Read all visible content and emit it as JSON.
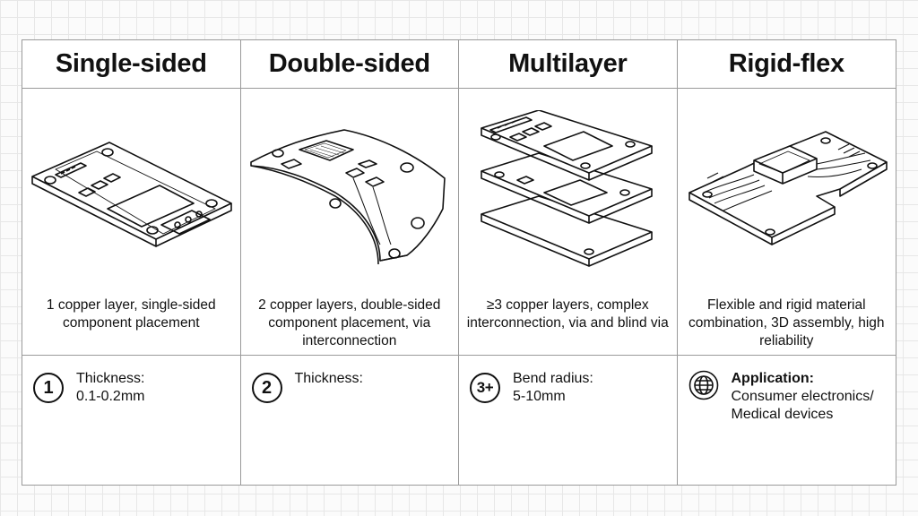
{
  "columns": [
    {
      "title": "Single-sided",
      "description": "1 copper layer, single-sided component placement",
      "badge": "1",
      "spec_label": "Thickness:",
      "spec_value": "0.1-0.2mm"
    },
    {
      "title": "Double-sided",
      "description": "2 copper layers, double-sided component placement, via interconnection",
      "badge": "2",
      "spec_label": "Thickness:",
      "spec_value": ""
    },
    {
      "title": "Multilayer",
      "description": "≥3 copper layers, complex interconnection, via and blind via",
      "badge": "3+",
      "spec_label": "Bend radius:",
      "spec_value": "5-10mm"
    },
    {
      "title": "Rigid-flex",
      "description": "Flexible and rigid material combination, 3D assembly, high reliability",
      "badge_icon": "globe-icon",
      "spec_label": "Application:",
      "spec_value_line1": "Consumer electronics/",
      "spec_value_line2": "Medical devices"
    }
  ]
}
